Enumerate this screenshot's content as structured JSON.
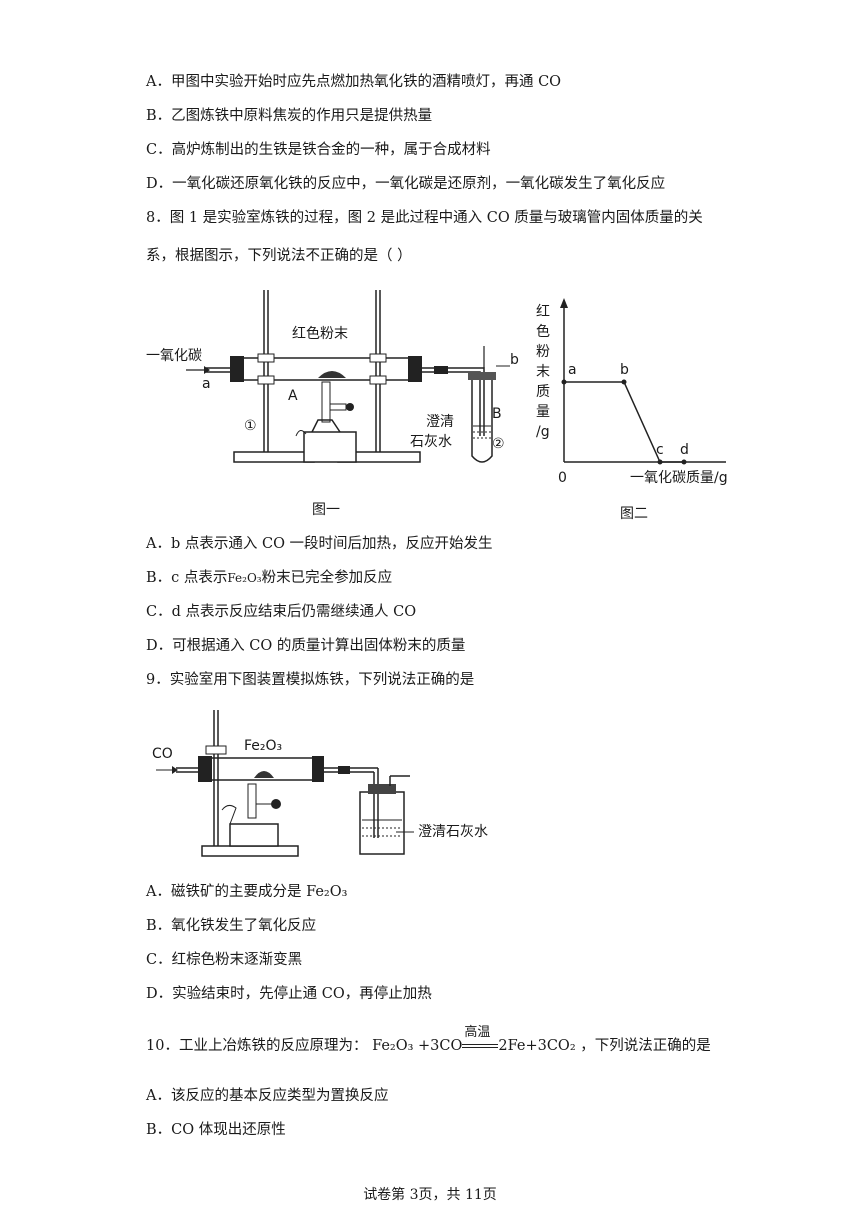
{
  "q7_options": [
    "A．甲图中实验开始时应先点燃加热氧化铁的酒精喷灯，再通 CO",
    "B．乙图炼铁中原料焦炭的作用只是提供热量",
    "C．高炉炼制出的生铁是铁合金的一种，属于合成材料",
    "D．一氧化碳还原氧化铁的反应中，一氧化碳是还原剂，一氧化碳发生了氧化反应"
  ],
  "q8": {
    "stem_line1": "8．图 1 是实验室炼铁的过程，图 2 是此过程中通入 CO 质量与玻璃管内固体质量的关",
    "stem_line2": "系，根据图示，下列说法不正确的是（          ）",
    "fig1": {
      "gas_label": "一氧化碳",
      "inlet": "a",
      "outlet": "b",
      "powder_label": "红色粉末",
      "tube_label": "A",
      "stand_label": "①",
      "testtube_label": "B",
      "solution_label_1": "澄清",
      "solution_label_2": "石灰水",
      "testtube_num": "②",
      "caption": "图一"
    },
    "fig2": {
      "ylabel_chars": [
        "红",
        "色",
        "粉",
        "末",
        "质",
        "量",
        "/g"
      ],
      "xlabel": "一氧化碳质量/g",
      "origin": "0",
      "points": [
        "a",
        "b",
        "c",
        "d"
      ],
      "caption": "图二"
    },
    "opt_a": "A．b 点表示通入 CO 一段时间后加热，反应开始发生",
    "opt_b_pre": "B．c 点表示",
    "opt_b_formula": "Fe₂O₃",
    "opt_b_post": "粉末已完全参加反应",
    "opt_c": "C．d 点表示反应结束后仍需继续通人 CO",
    "opt_d": "D．可根据通入 CO 的质量计算出固体粉末的质量"
  },
  "chart_data": {
    "type": "line",
    "title": "",
    "xlabel": "一氧化碳质量/g",
    "ylabel": "红色粉末质量/g",
    "series": [
      {
        "values": [
          {
            "label": "a",
            "x": 0,
            "y": 1
          },
          {
            "label": "b",
            "x": 1,
            "y": 1
          },
          {
            "label": "c",
            "x": 1.6,
            "y": 0
          },
          {
            "label": "d",
            "x": 2,
            "y": 0
          }
        ]
      }
    ],
    "note_units": "schematic, no numeric ticks"
  },
  "q9": {
    "stem": "9．实验室用下图装置模拟炼铁，下列说法正确的是",
    "fig": {
      "gas_label": "CO",
      "reagent": "Fe₂O₃",
      "solution_label": "澄清石灰水"
    },
    "opt_a": "A．磁铁矿的主要成分是 Fe₂O₃",
    "opt_b": "B．氧化铁发生了氧化反应",
    "opt_c": "C．红棕色粉末逐渐变黑",
    "opt_d": "D．实验结束时，先停止通 CO，再停止加热"
  },
  "q10": {
    "stem_pre": "10．工业上冶炼铁的反应原理为：",
    "eq_left": "Fe₂O₃ +3CO",
    "eq_condition": "高温",
    "eq_right": "2Fe+3CO₂",
    "stem_post": "，下列说法正确的是",
    "opt_a": "A．该反应的基本反应类型为置换反应",
    "opt_b": "B．CO 体现出还原性"
  },
  "footer": "试卷第 3页，共 11页"
}
